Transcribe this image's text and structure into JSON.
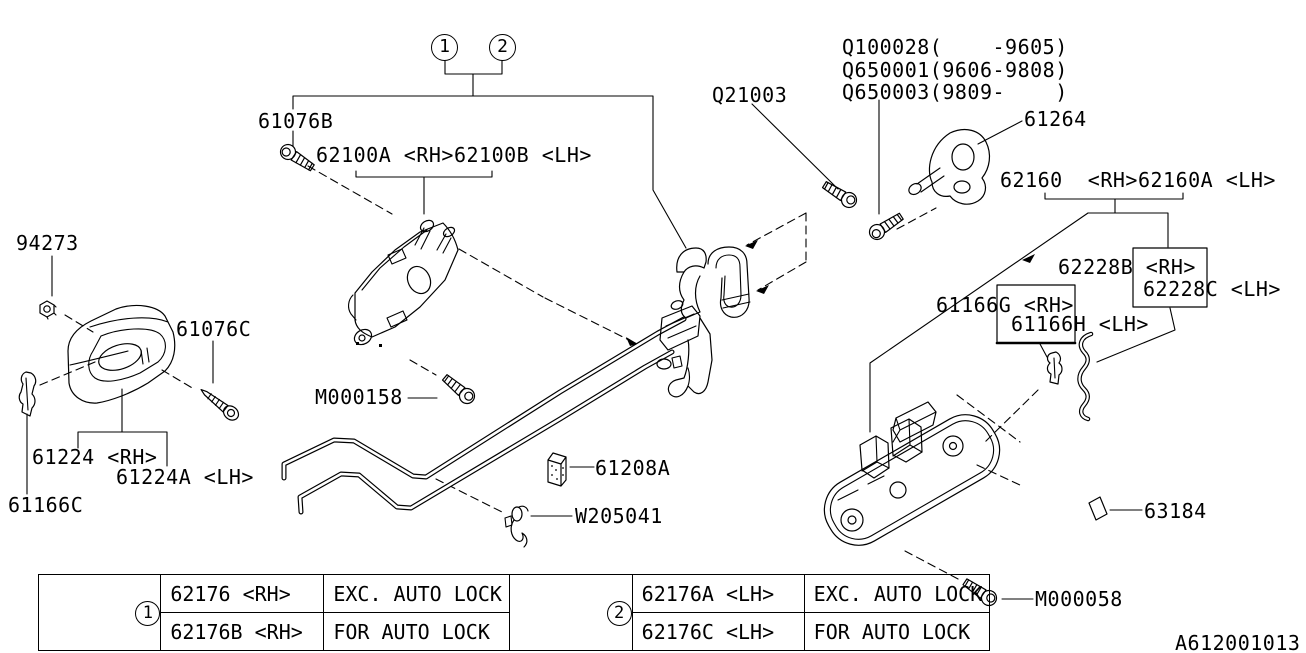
{
  "colors": {
    "ink": "#000000",
    "paper": "#ffffff"
  },
  "callouts": {
    "c1": "1",
    "c2": "2"
  },
  "labels": {
    "l61076b": "61076B",
    "l62100": "62100A <RH>62100B <LH>",
    "q21003": "Q21003",
    "q100028": "Q100028(    -9605)",
    "q650001": "Q650001(9606-9808)",
    "q650003": "Q650003(9809-    )",
    "l61264": "61264",
    "l62160": "62160  <RH>62160A <LH>",
    "l62228b": "62228B <RH>",
    "l62228c": "62228C <LH>",
    "l61166g": "61166G <RH>",
    "l61166h": "61166H <LH>",
    "l94273": "94273",
    "l61076c": "61076C",
    "m000158": "M000158",
    "l61224": "61224 <RH>",
    "l61224a": "61224A <LH>",
    "l61166c": "61166C",
    "l61208a": "61208A",
    "w205041": "W205041",
    "l63184": "63184",
    "m000058": "M000058"
  },
  "drawing_number": "A612001013",
  "table": {
    "group1": {
      "rows": [
        {
          "part": "62176 <RH>",
          "note": "EXC. AUTO LOCK"
        },
        {
          "part": "62176B <RH>",
          "note": "FOR AUTO LOCK"
        }
      ]
    },
    "group2": {
      "rows": [
        {
          "part": "62176A <LH>",
          "note": "EXC. AUTO LOCK"
        },
        {
          "part": "62176C <LH>",
          "note": "FOR AUTO LOCK"
        }
      ]
    }
  }
}
